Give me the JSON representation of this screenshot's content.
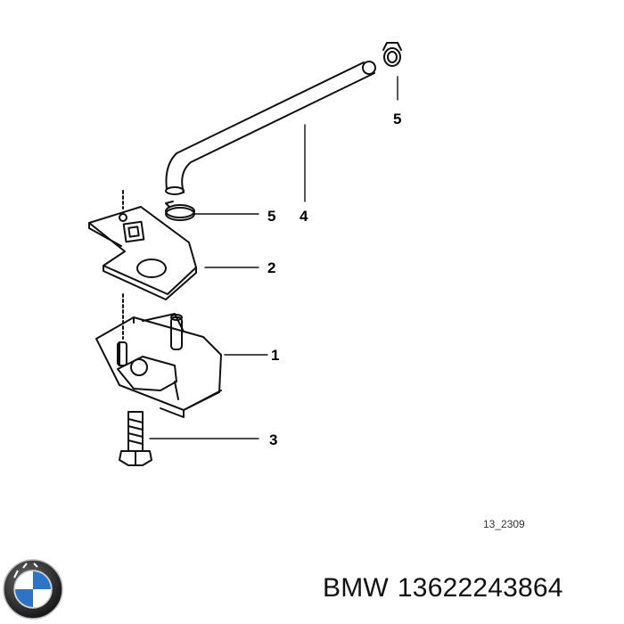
{
  "diagram": {
    "callouts": {
      "p1": "1",
      "p2": "2",
      "p3": "3",
      "p4": "4",
      "p5_top": "5",
      "p5_mid": "5"
    },
    "figure_id": "13_2309"
  },
  "caption": {
    "brand": "BMW",
    "part_number": "13622243864"
  },
  "logo": {
    "name": "bmw-logo",
    "lettering": "BMW",
    "colors": {
      "ring": "#1a1a1a",
      "blue": "#2b74c7",
      "white": "#ffffff"
    }
  }
}
